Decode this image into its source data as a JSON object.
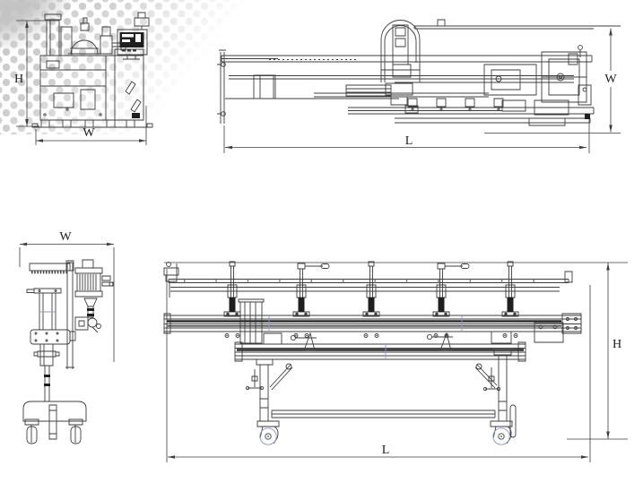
{
  "document": {
    "type": "technical-dimension-drawing",
    "background": "#ffffff",
    "line_color": "#3d3d3d",
    "accent_color": "#9095cf",
    "halftone_color": "#c3c3c3",
    "screen_color": "#1f1f1f"
  },
  "views": {
    "side_view": {
      "height_label": "H",
      "width_label": "W"
    },
    "top_view": {
      "width_label": "W",
      "length_label": "L"
    },
    "end_view": {
      "width_label": "W"
    },
    "front_view": {
      "height_label": "H",
      "length_label": "L"
    }
  }
}
